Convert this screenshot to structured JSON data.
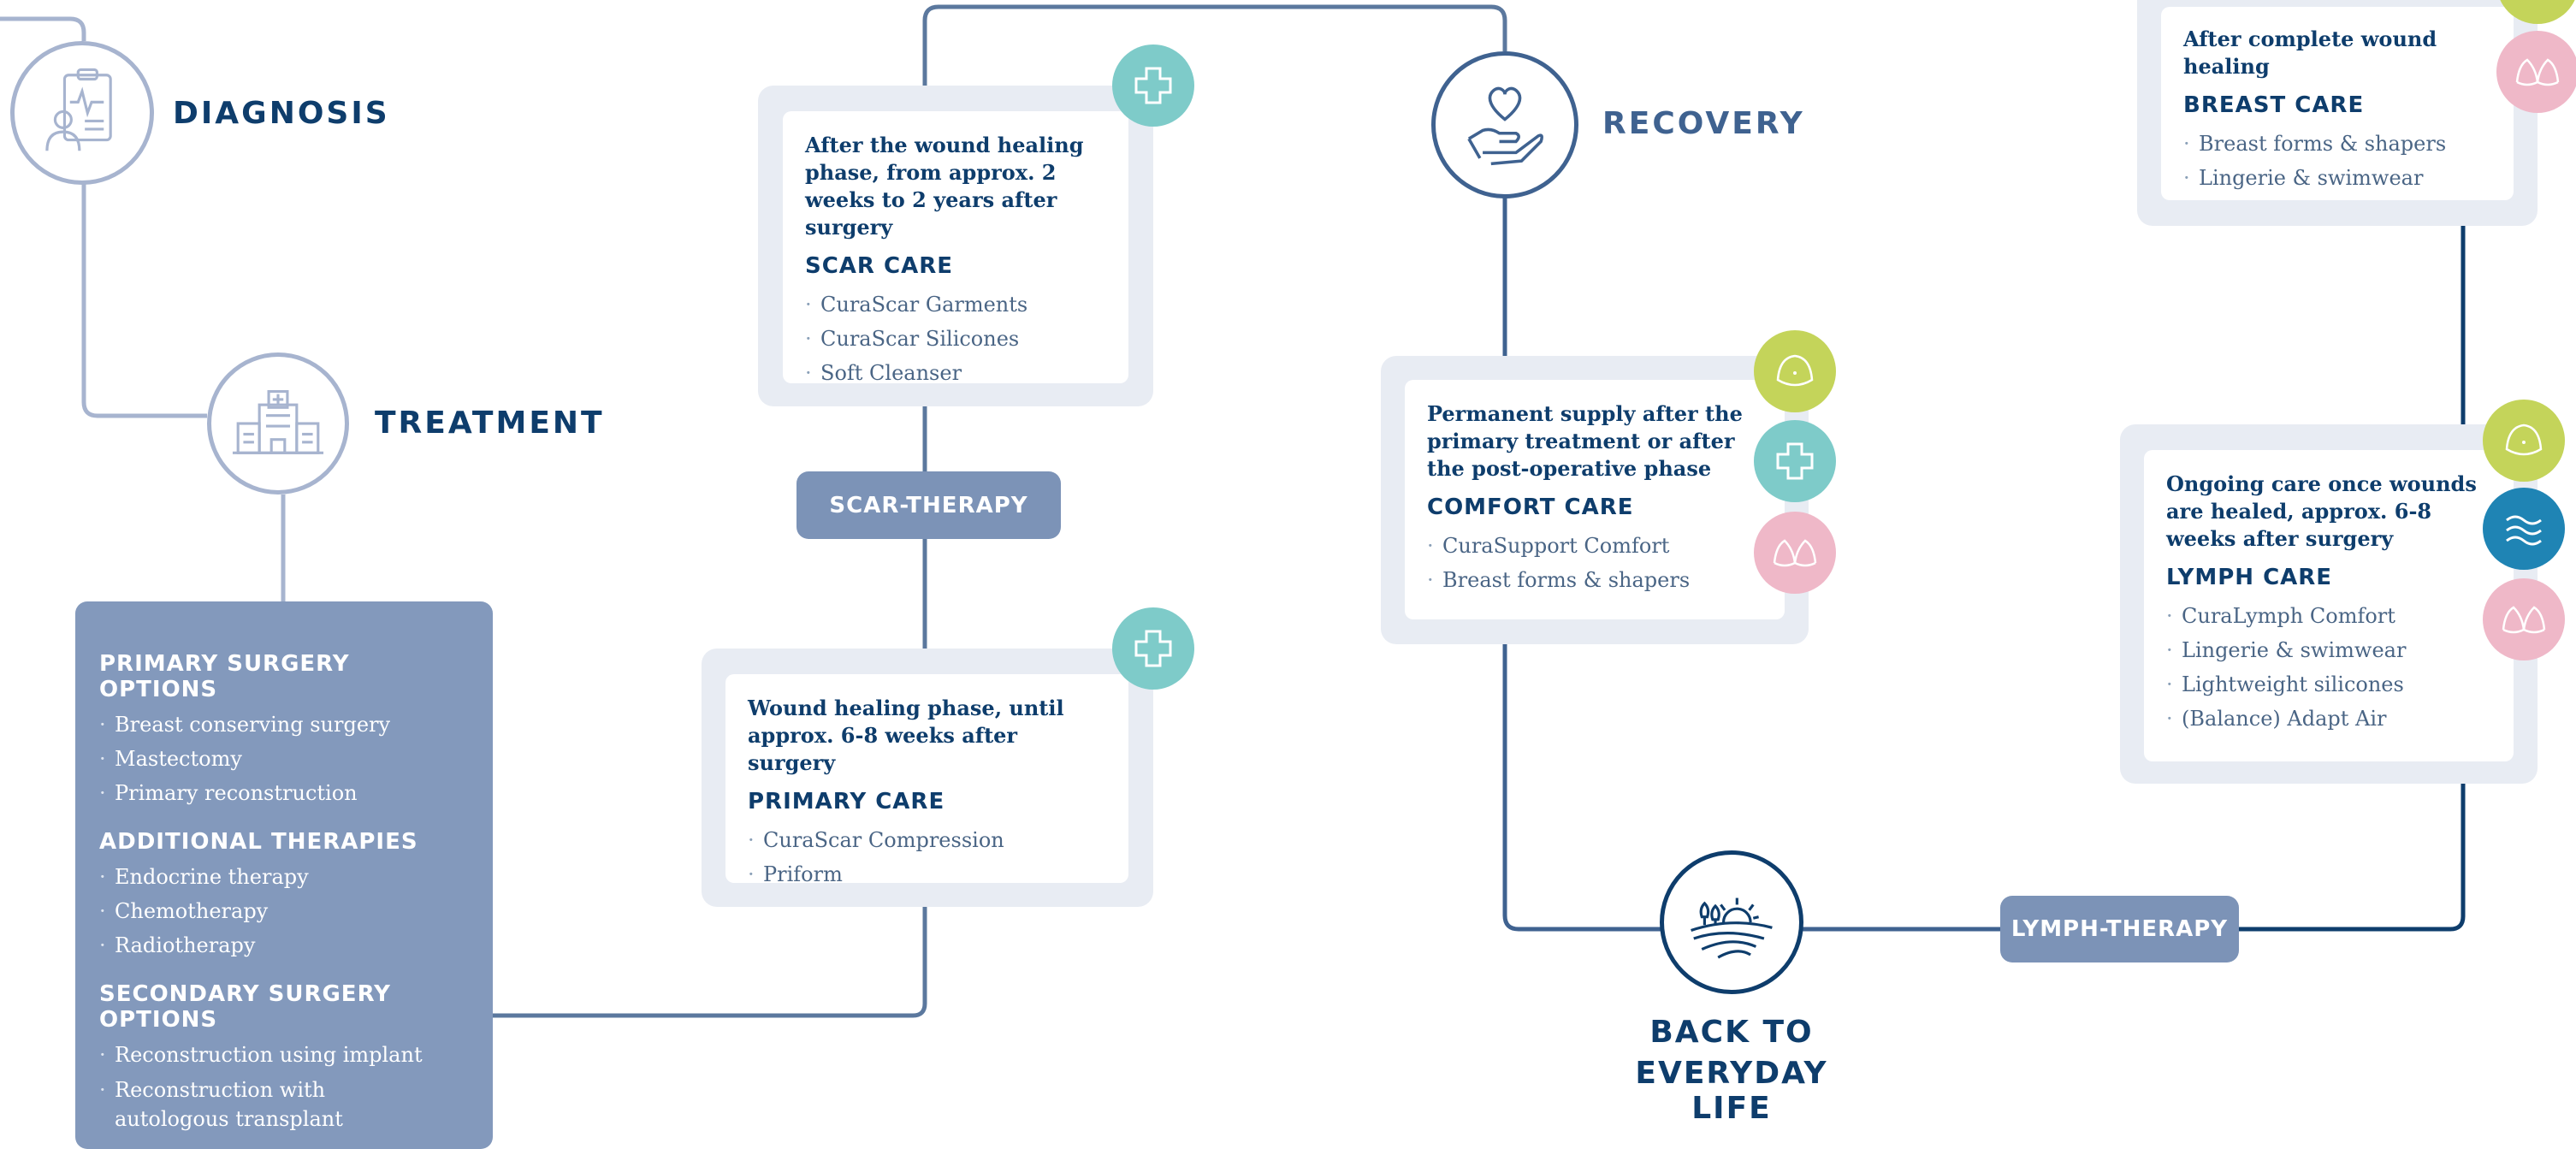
{
  "colors": {
    "navy": "#0e3d6c",
    "steel": "#4c6d95",
    "lavender": "#a7b4cf",
    "pill": "#7c93b7",
    "treatment_box": "#8399bc",
    "card_outer": "#e8ecf3",
    "teal_badge": "#7ecbc9",
    "lime_badge": "#c4d45a",
    "pink_badge": "#efb8c8",
    "blue_badge": "#1f84b4"
  },
  "stages": {
    "diagnosis": {
      "label": "DIAGNOSIS",
      "icon": "clipboard-doctor-icon"
    },
    "treatment": {
      "label": "TREATMENT",
      "icon": "hospital-icon"
    },
    "recovery": {
      "label": "RECOVERY",
      "icon": "heart-in-hand-icon"
    },
    "everyday": {
      "label_line1": "BACK TO",
      "label_line2": "EVERYDAY LIFE",
      "icon": "sunrise-landscape-icon"
    }
  },
  "treatment_box": {
    "primary": {
      "title": "PRIMARY SURGERY OPTIONS",
      "items": [
        "Breast conserving surgery",
        "Mastectomy",
        "Primary reconstruction"
      ]
    },
    "additional": {
      "title": "ADDITIONAL THERAPIES",
      "items": [
        "Endocrine therapy",
        "Chemotherapy",
        "Radiotherapy"
      ]
    },
    "secondary": {
      "title": "SECONDARY SURGERY OPTIONS",
      "items": [
        "Reconstruction using implant",
        "Reconstruction with autologous transplant"
      ]
    }
  },
  "pills": {
    "scar_therapy": "SCAR-THERAPY",
    "lymph_therapy": "LYMPH-THERAPY"
  },
  "cards": {
    "scar_care": {
      "intro": "After the wound healing phase, from approx. 2 weeks to 2 years after surgery",
      "heading": "SCAR CARE",
      "items": [
        "CuraScar Garments",
        "CuraScar Silicones",
        "Soft Cleanser"
      ],
      "badges": [
        "cross-icon"
      ]
    },
    "primary_care": {
      "intro": "Wound healing phase, until approx. 6-8 weeks after surgery",
      "heading": "PRIMARY CARE",
      "items": [
        "CuraScar Compression",
        "Priform"
      ],
      "badges": [
        "cross-icon"
      ]
    },
    "comfort_care": {
      "intro": "Permanent supply after the primary treatment or after the post-operative phase",
      "heading": "COMFORT CARE",
      "items": [
        "CuraSupport Comfort",
        "Breast forms & shapers"
      ],
      "badges": [
        "breast-form-icon",
        "cross-icon",
        "bra-icon"
      ]
    },
    "breast_care": {
      "intro": "After complete wound healing",
      "heading": "BREAST CARE",
      "items": [
        "Breast forms & shapers",
        "Lingerie & swimwear"
      ],
      "badges": [
        "breast-form-icon",
        "bra-icon"
      ]
    },
    "lymph_care": {
      "intro": "Ongoing care once wounds are healed, approx. 6-8 weeks after surgery",
      "heading": "LYMPH CARE",
      "items": [
        "CuraLymph Comfort",
        "Lingerie & swimwear",
        "Lightweight silicones",
        "(Balance) Adapt Air"
      ],
      "badges": [
        "breast-form-icon",
        "waves-icon",
        "bra-icon"
      ]
    }
  }
}
